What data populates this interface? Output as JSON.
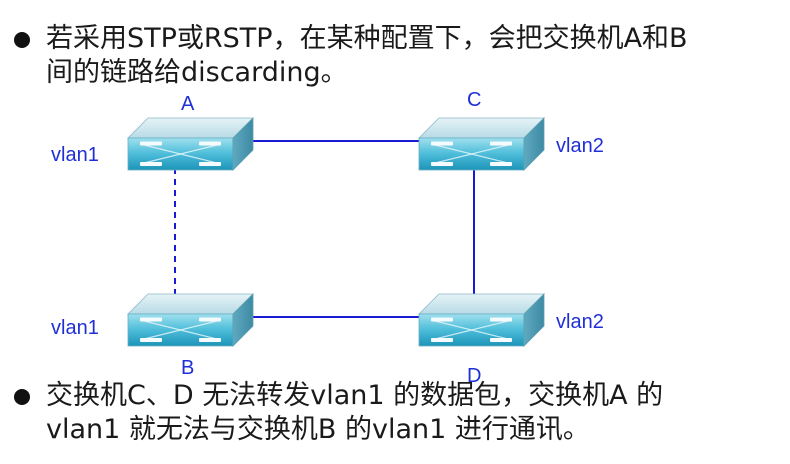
{
  "bullets": [
    {
      "line1": "若采用STP或RSTP，在某种配置下，会把交换机A和B",
      "line2": "间的链路给discarding。"
    },
    {
      "line1": "交换机C、D 无法转发vlan1 的数据包，交换机A 的",
      "line2": "vlan1 就无法与交换机B 的vlan1 进行通讯。"
    }
  ],
  "switches": {
    "A": {
      "name": "A",
      "vlan": "vlan1"
    },
    "B": {
      "name": "B",
      "vlan": "vlan1"
    },
    "C": {
      "name": "C",
      "vlan": "vlan2"
    },
    "D": {
      "name": "D",
      "vlan": "vlan2"
    }
  },
  "links": [
    {
      "from": "A",
      "to": "C",
      "state": "forwarding"
    },
    {
      "from": "C",
      "to": "D",
      "state": "forwarding"
    },
    {
      "from": "B",
      "to": "D",
      "state": "forwarding"
    },
    {
      "from": "A",
      "to": "B",
      "state": "discarding"
    }
  ],
  "colors": {
    "link": "#1a1ad6",
    "label": "#1f2fd6",
    "switch_top": "#c7e7f0",
    "switch_front_top": "#7fd0e6",
    "switch_front_bottom": "#1f9fc2"
  }
}
